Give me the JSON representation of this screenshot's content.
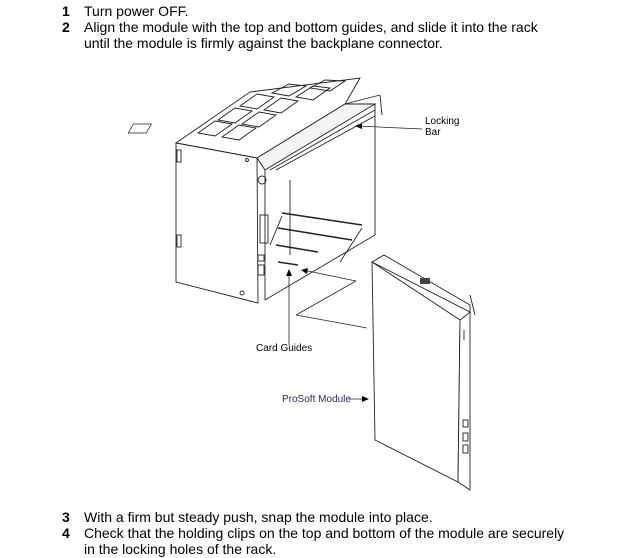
{
  "steps": [
    {
      "number": "1",
      "lines": [
        "Turn power OFF."
      ]
    },
    {
      "number": "2",
      "lines": [
        "Align the module with the top and bottom guides, and slide it into the rack",
        "until the module is firmly against the backplane connector."
      ]
    },
    {
      "number": "3",
      "lines": [
        "With a firm but steady push, snap the module into place."
      ]
    },
    {
      "number": "4",
      "lines": [
        "Check that the holding clips on the top and bottom of the module are securely",
        "in the locking holes of the rack."
      ]
    }
  ],
  "figure": {
    "labels": {
      "locking_bar_line1": "Locking",
      "locking_bar_line2": "Bar",
      "card_guides": "Card Guides",
      "prosoft_module": "ProSoft Module"
    },
    "module_label_color": "#2a2a6a"
  }
}
